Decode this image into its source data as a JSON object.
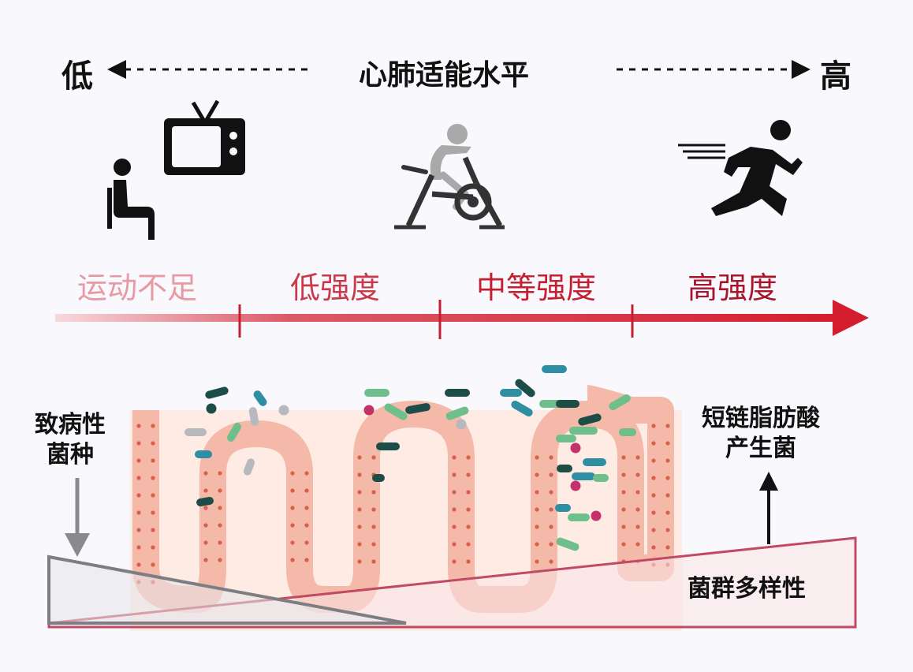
{
  "header": {
    "low_label": "低",
    "title": "心肺适能水平",
    "high_label": "高"
  },
  "levels": [
    {
      "label": "运动不足",
      "color": "#e89aa4"
    },
    {
      "label": "低强度",
      "color": "#c9394a"
    },
    {
      "label": "中等强度",
      "color": "#c41f30"
    },
    {
      "label": "高强度",
      "color": "#a8142a"
    }
  ],
  "icons": [
    "sitting-person-icon",
    "television-icon",
    "exercise-bike-icon",
    "sprinting-runner-icon"
  ],
  "diagram": {
    "pathogen_label": "致病性\n菌种",
    "scfa_label": "短链脂肪酸\n产生菌",
    "diversity_label": "菌群多样性"
  },
  "colors": {
    "arrow": "#d41e2f",
    "tissue": "#f4b9a8",
    "tissue_light": "#fde3d8",
    "cell_dot": "#d9604b",
    "diversity_wedge": "#c04a63",
    "pathogen_wedge": "#7d7d82",
    "bacteria_dark": "#1d4d47",
    "bacteria_teal": "#2e8fa3",
    "bacteria_green": "#6ebf8b",
    "bacteria_gray": "#b8b8bf",
    "bacteria_magenta": "#c4326a"
  }
}
